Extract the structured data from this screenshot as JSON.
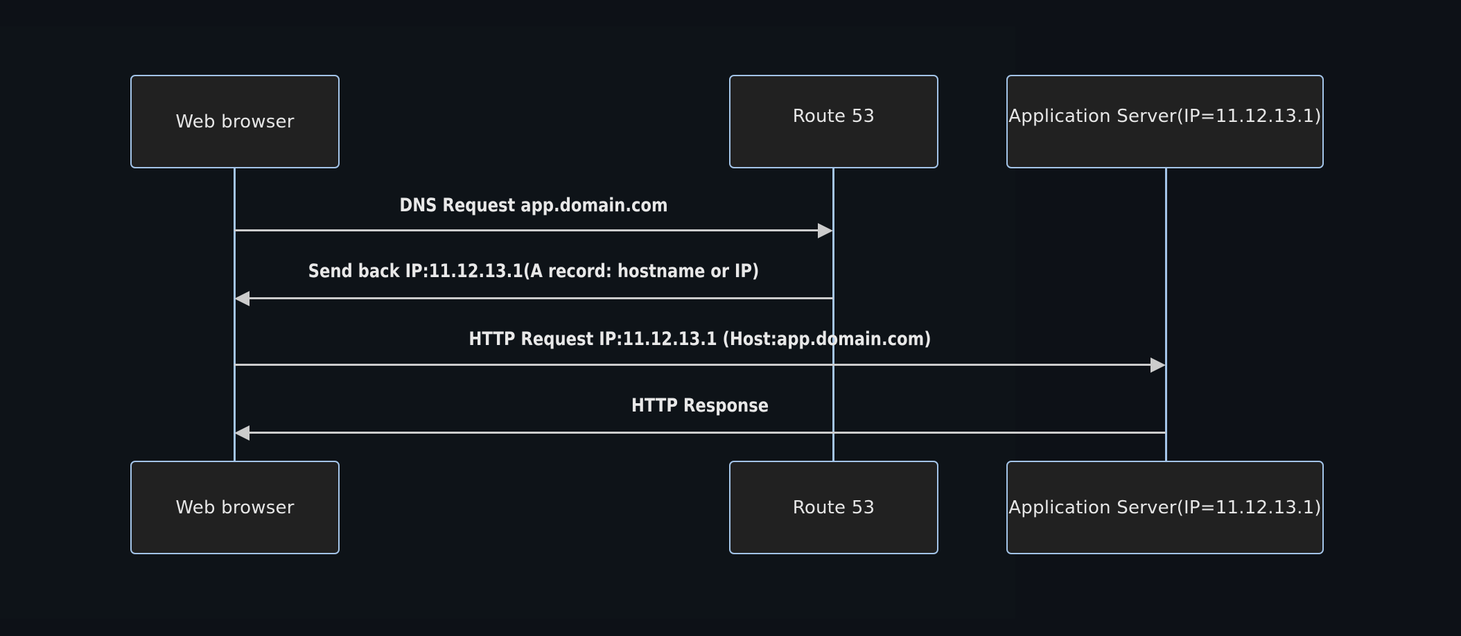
{
  "diagram": {
    "type": "sequence-diagram",
    "title": "DNS resolution and HTTP request flow",
    "background_color": "#0d1117",
    "box_fill_color": "#212121",
    "box_border_color": "#a3c4e8",
    "lifeline_color": "#a3c4e8",
    "message_color": "#cccccc",
    "text_color": "#e6e6e6"
  },
  "participants": [
    {
      "id": "web-browser",
      "label": "Web browser"
    },
    {
      "id": "route-53",
      "label": "Route 53"
    },
    {
      "id": "application-server",
      "label": "Application Server(IP=11.12.13.1)"
    }
  ],
  "participants_bottom": [
    {
      "id": "web-browser",
      "label": "Web browser"
    },
    {
      "id": "route-53",
      "label": "Route 53"
    },
    {
      "id": "application-server",
      "label": "Application Server(IP=11.12.13.1)"
    }
  ],
  "messages": [
    {
      "index": 1,
      "label": "DNS Request app.domain.com",
      "from": "web-browser",
      "to": "route-53",
      "direction": "right"
    },
    {
      "index": 2,
      "label": "Send back IP:11.12.13.1(A record: hostname or IP)",
      "from": "route-53",
      "to": "web-browser",
      "direction": "left"
    },
    {
      "index": 3,
      "label": "HTTP Request IP:11.12.13.1 (Host:app.domain.com)",
      "from": "web-browser",
      "to": "application-server",
      "direction": "right"
    },
    {
      "index": 4,
      "label": "HTTP Response",
      "from": "application-server",
      "to": "web-browser",
      "direction": "left"
    }
  ]
}
